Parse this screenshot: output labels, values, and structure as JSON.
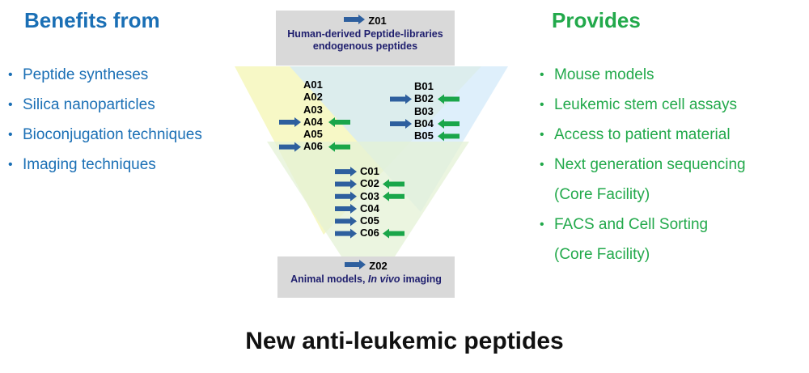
{
  "benefits": {
    "title": "Benefits from",
    "items": [
      "Peptide syntheses",
      "Silica nanoparticles",
      "Bioconjugation techniques",
      "Imaging techniques"
    ]
  },
  "provides": {
    "title": "Provides",
    "items": [
      {
        "line1": "Mouse models",
        "line2": ""
      },
      {
        "line1": "Leukemic stem cell assays",
        "line2": ""
      },
      {
        "line1": "Access to patient material",
        "line2": ""
      },
      {
        "line1": "Next generation sequencing",
        "line2": "(Core Facility)"
      },
      {
        "line1": "FACS and Cell Sorting",
        "line2": "(Core Facility)"
      }
    ]
  },
  "bullet_glyph": "•",
  "top_box": {
    "code": "Z01",
    "line1": "Human-derived Peptide-libraries",
    "line2": "endogenous peptides"
  },
  "bottom_box": {
    "code": "Z02",
    "text_prefix": "Animal models, ",
    "text_italic": "In vivo",
    "text_suffix": " imaging"
  },
  "group_a": {
    "codes": [
      "A01",
      "A02",
      "A03",
      "A04",
      "A05",
      "A06"
    ],
    "blue_arrows": [
      "A04",
      "A06"
    ],
    "green_arrows": [
      "A04",
      "A06"
    ]
  },
  "group_b": {
    "codes": [
      "B01",
      "B02",
      "B03",
      "B04",
      "B05"
    ],
    "blue_arrows": [
      "B02",
      "B04"
    ],
    "green_arrows": [
      "B02",
      "B04",
      "B05"
    ]
  },
  "group_c": {
    "codes": [
      "C01",
      "C02",
      "C03",
      "C04",
      "C05",
      "C06"
    ],
    "blue_arrows": [
      "C01",
      "C02",
      "C03",
      "C04",
      "C05",
      "C06"
    ],
    "green_arrows": [
      "C02",
      "C03",
      "C06"
    ]
  },
  "colors": {
    "benefits_blue": "#1a6fb5",
    "provides_green": "#22a94b",
    "triangle_yellow": "#f4f5b3",
    "triangle_blue": "#d3e9fa",
    "triangle_green": "#e4f1d6",
    "arrow_blue": "#2e5f9e",
    "arrow_green": "#1aa64a",
    "box_gray": "#d9d9d9"
  },
  "footer": {
    "title": "New anti-leukemic peptides"
  }
}
